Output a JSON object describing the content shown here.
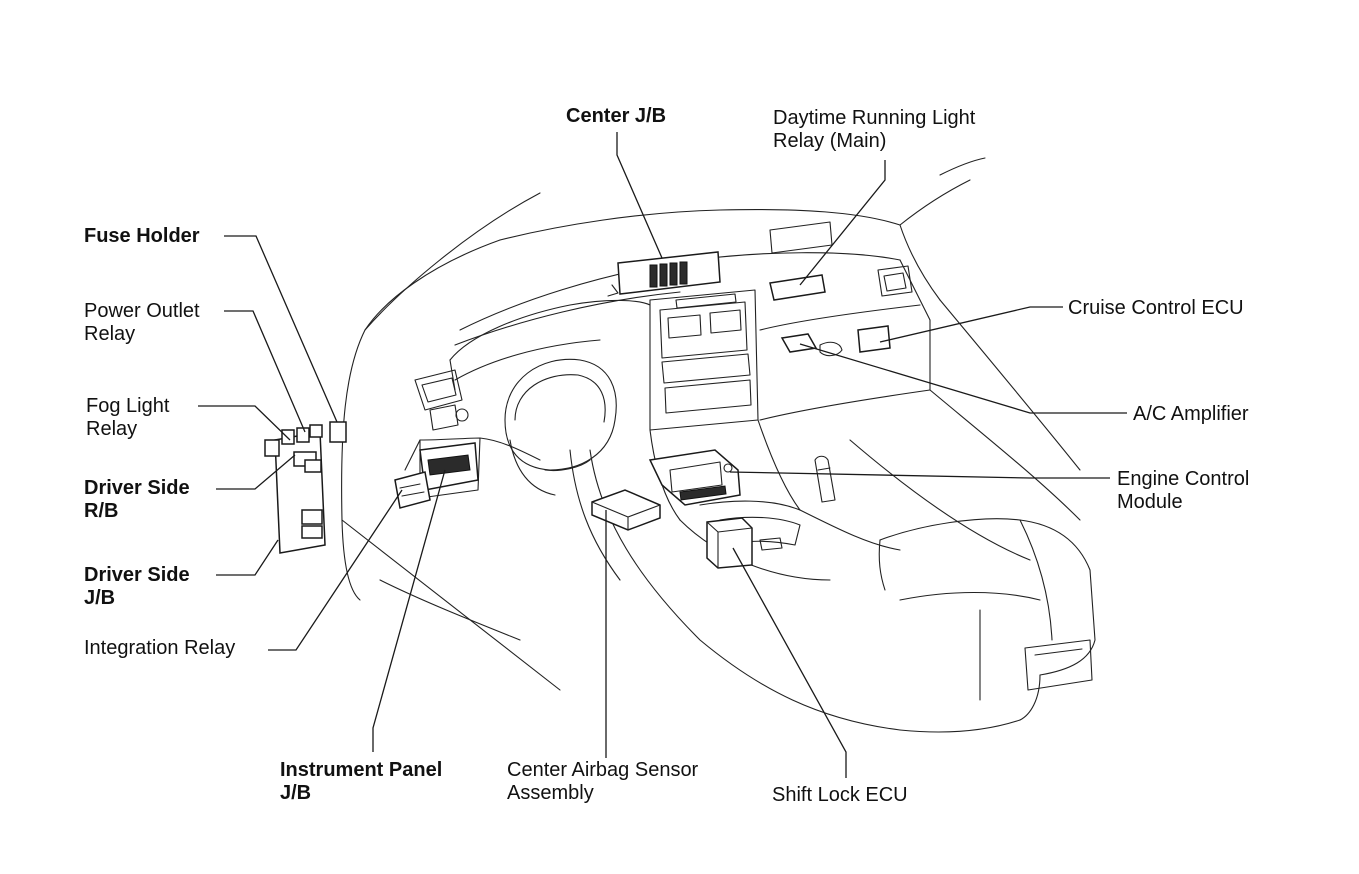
{
  "labels": {
    "center_jb": "Center J/B",
    "drl_relay_line1": "Daytime Running Light",
    "drl_relay_line2": "Relay (Main)",
    "fuse_holder": "Fuse Holder",
    "power_outlet_line1": "Power Outlet",
    "power_outlet_line2": "Relay",
    "fog_light_line1": "Fog Light",
    "fog_light_line2": "Relay",
    "driver_rb_line1": "Driver Side",
    "driver_rb_line2": "R/B",
    "driver_jb_line1": "Driver Side",
    "driver_jb_line2": "J/B",
    "integration_relay": "Integration Relay",
    "instrument_panel_line1": "Instrument Panel",
    "instrument_panel_line2": "J/B",
    "airbag_line1": "Center Airbag Sensor",
    "airbag_line2": "Assembly",
    "shift_lock": "Shift Lock ECU",
    "cruise_control": "Cruise Control ECU",
    "ac_amplifier": "A/C Amplifier",
    "ecm_line1": "Engine Control",
    "ecm_line2": "Module"
  }
}
